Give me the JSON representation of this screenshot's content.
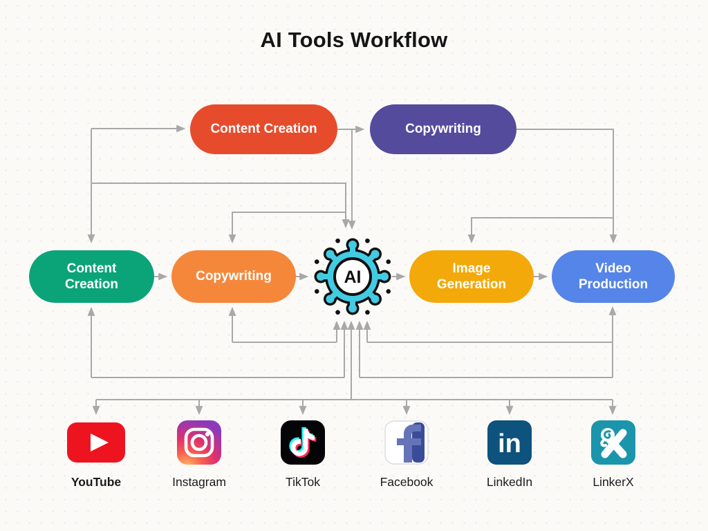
{
  "title": "AI Tools Workflow",
  "nodes": {
    "top_content_creation": {
      "label": "Content Creation",
      "color": "#E64C2C"
    },
    "top_copywriting": {
      "label": "Copywriting",
      "color": "#544B9D"
    },
    "content_creation": {
      "label": "Content Creation",
      "color": "#0BA478"
    },
    "copywriting": {
      "label": "Copywriting",
      "color": "#F5873B"
    },
    "image_generation": {
      "label": "Image Generation",
      "color": "#F3A90A"
    },
    "video_production": {
      "label": "Video Production",
      "color": "#5585E8"
    },
    "ai_hub": {
      "label": "AI",
      "color": "#43CBE3"
    }
  },
  "platforms": [
    {
      "id": "youtube",
      "label": "YouTube",
      "color": "#ED1420"
    },
    {
      "id": "instagram",
      "label": "Instagram",
      "color": "#E1306C"
    },
    {
      "id": "tiktok",
      "label": "TikTok",
      "color": "#050407"
    },
    {
      "id": "facebook",
      "label": "Facebook",
      "color": "#6573B8"
    },
    {
      "id": "linkedin",
      "label": "LinkedIn",
      "color": "#0E527E"
    },
    {
      "id": "linkerx",
      "label": "LinkerX",
      "color": "#1B95AC"
    }
  ],
  "connector_color": "#A8A8A8"
}
